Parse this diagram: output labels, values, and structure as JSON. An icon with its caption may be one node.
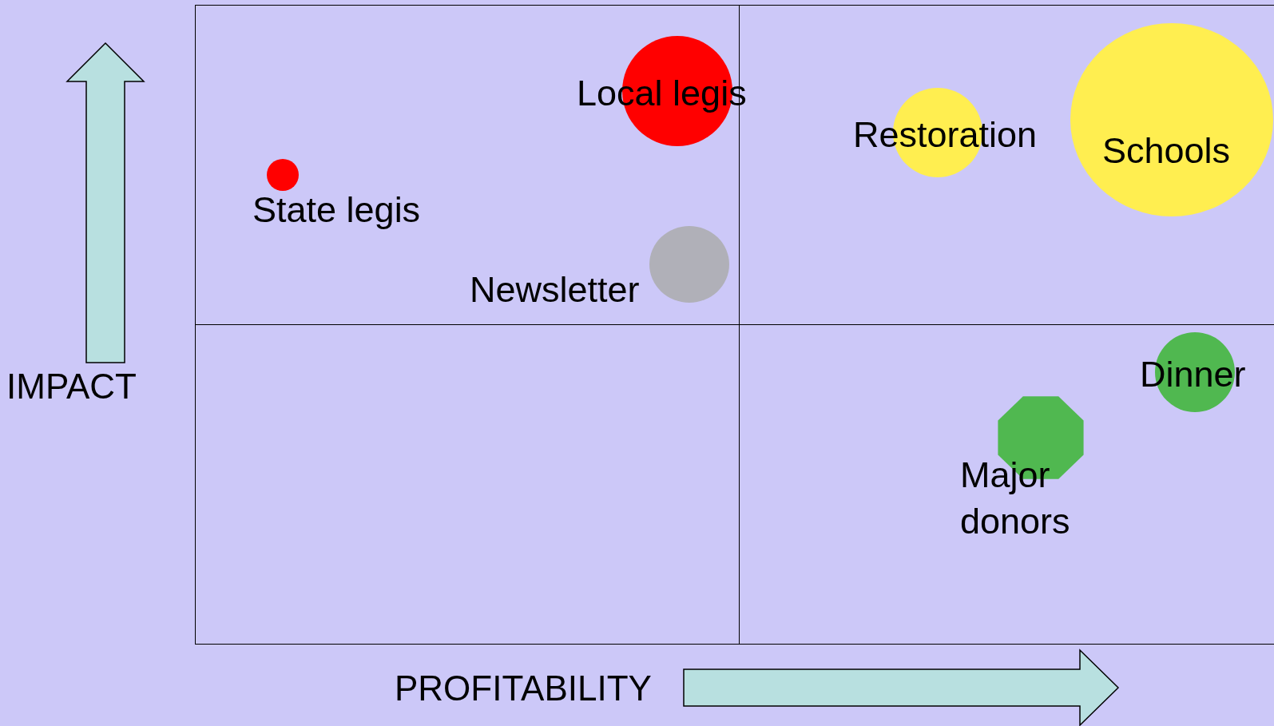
{
  "diagram": {
    "nodes": [
      {
        "text": [
          "Local legis"
        ]
      },
      {
        "text": [
          "State legis"
        ]
      },
      {
        "text": [
          "Newsletter"
        ]
      },
      {
        "text": [
          "Restoration"
        ]
      },
      {
        "text": [
          "Schools"
        ]
      },
      {
        "text": [
          "Dinner"
        ]
      },
      {
        "text": [
          "Major donors"
        ]
      }
    ],
    "labels": [
      "IMPACT",
      "PROFITABILITY"
    ]
  }
}
